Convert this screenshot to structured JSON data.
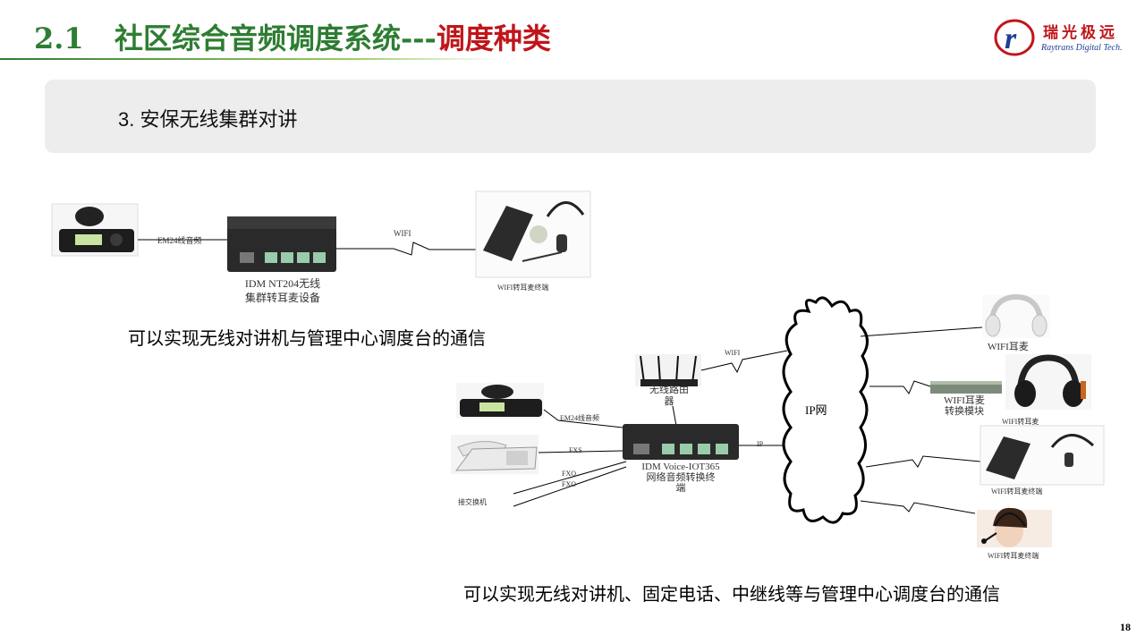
{
  "header": {
    "section_number": "2.1",
    "title_main": "社区综合音频调度系统---",
    "title_accent": "调度种类"
  },
  "logo": {
    "name": "瑞光极远",
    "subtitle": "Raytrans Digital Tech."
  },
  "section": {
    "label": "3.  安保无线集群对讲"
  },
  "diagram_top": {
    "em24_label": "EM24线音频",
    "wifi_label": "WIFI",
    "device_label_line1": "IDM NT204无线",
    "device_label_line2": "集群转耳麦设备",
    "terminal_label": "WIFI转耳麦终端",
    "caption": "可以实现无线对讲机与管理中心调度台的通信"
  },
  "diagram_bottom": {
    "router_label_line1": "无线路由",
    "router_label_line2": "器",
    "wifi_label": "WIFI",
    "em24_label": "EM24线音频",
    "fxs_label": "FXS",
    "fxo_label_1": "FXO",
    "fxo_label_2": "FXO",
    "ip_label": "IP",
    "switch_label": "接交换机",
    "device_label_line1": "IDM Voice-IOT365",
    "device_label_line2": "网络音频转换终",
    "device_label_line3": "端",
    "cloud_label": "IP网",
    "wifi_headset_label": "WIFI耳麦",
    "module_label_line1": "WIFI耳麦",
    "module_label_line2": "转换模块",
    "headset_conv_label": "WIFI转耳麦",
    "terminal_label": "WIFI转耳麦终端",
    "operator_label": "WIFI转耳麦终端",
    "caption": "可以实现无线对讲机、固定电话、中继线等与管理中心调度台的通信"
  },
  "footer": {
    "page_number": "18"
  }
}
